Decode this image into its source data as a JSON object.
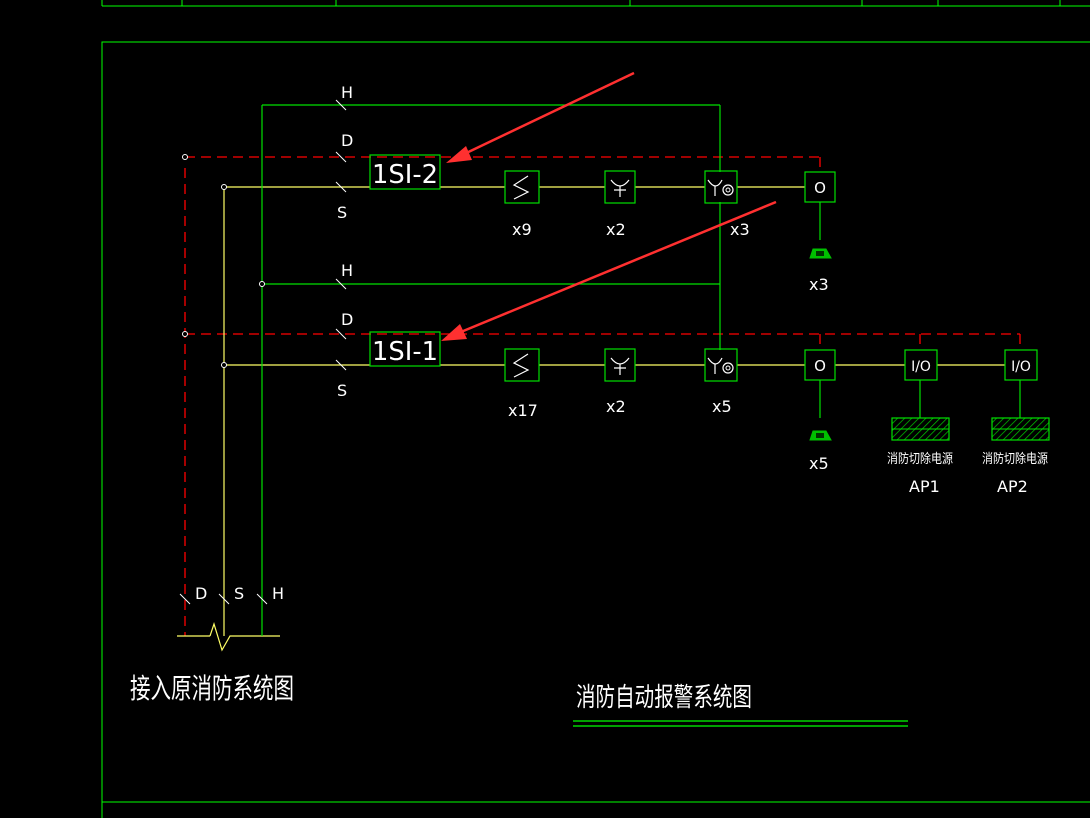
{
  "line_labels": {
    "h_top": "H",
    "d_top": "D",
    "s_top": "S",
    "h_mid": "H",
    "d_mid": "D",
    "s_mid": "S",
    "d_bottom": "D",
    "s_bottom": "S",
    "h_bottom": "H"
  },
  "modules": {
    "top": "1SI-2",
    "bottom": "1SI-1"
  },
  "device_glyphs": {
    "io": "I/O",
    "output": "O"
  },
  "counts": {
    "top_smoke": "x9",
    "top_manual": "x2",
    "top_hydrant": "x3",
    "top_speaker": "x3",
    "bottom_smoke": "x17",
    "bottom_manual": "x2",
    "bottom_hydrant": "x5",
    "bottom_speaker": "x5"
  },
  "panels": {
    "ap1_desc": "消防切除电源",
    "ap1_name": "AP1",
    "ap2_desc": "消防切除电源",
    "ap2_name": "AP2"
  },
  "titles": {
    "connect_original": "接入原消防系统图",
    "main_title": "消防自动报警系统图"
  },
  "colors": {
    "background": "#000000",
    "frame_green": "#00ff00",
    "wire_green": "#00e000",
    "wire_yellow": "#ffff66",
    "dashed_red": "#ff0000",
    "text_white": "#ffffff",
    "arrow_red": "#ff3030",
    "hatch_green": "#00c000"
  }
}
